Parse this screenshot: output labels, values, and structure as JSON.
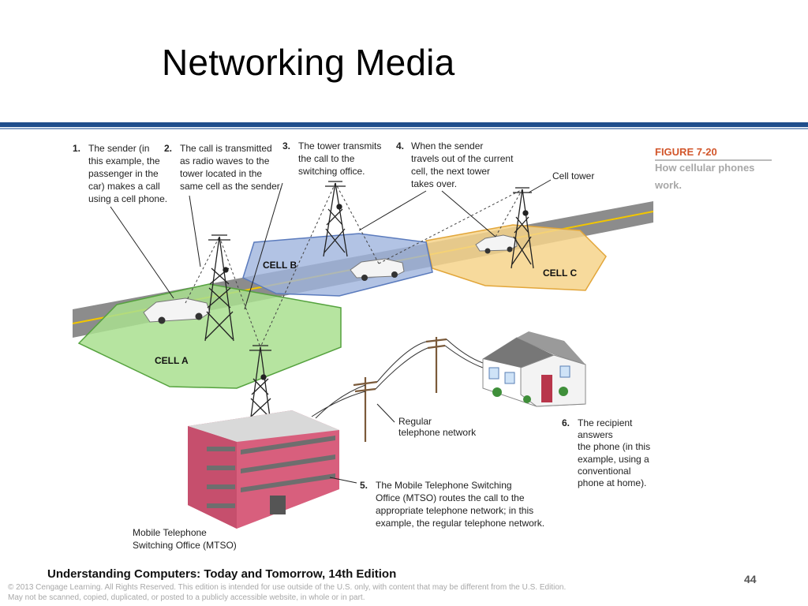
{
  "slide": {
    "title": "Networking Media",
    "page_number": "44"
  },
  "footer": {
    "book_title": "Understanding Computers: Today and Tomorrow, 14th Edition",
    "copyright_line1": "© 2013 Cengage Learning. All Rights Reserved. This edition is intended for use outside of the U.S. only, with content that may be different from the U.S. Edition.",
    "copyright_line2": "May not be scanned, copied, duplicated, or posted to a publicly accessible website, in whole or in part."
  },
  "figure": {
    "number": "FIGURE 7-20",
    "caption_line1": "How cellular phones",
    "caption_line2": "work."
  },
  "cells": {
    "a": "CELL A",
    "b": "CELL B",
    "c": "CELL C"
  },
  "labels": {
    "cell_tower": "Cell tower",
    "regular_network_1": "Regular",
    "regular_network_2": "telephone network",
    "mtso_1": "Mobile Telephone",
    "mtso_2": "Switching Office (MTSO)"
  },
  "steps": [
    {
      "num": "1.",
      "lines": [
        "The sender (in",
        "this example, the",
        "passenger in the",
        "car) makes a call",
        "using a cell phone."
      ]
    },
    {
      "num": "2.",
      "lines": [
        "The call is transmitted",
        "as radio waves to the",
        "tower located in the",
        "same cell as the sender."
      ]
    },
    {
      "num": "3.",
      "lines": [
        "The tower transmits",
        "the call to the",
        "switching office."
      ]
    },
    {
      "num": "4.",
      "lines": [
        "When the sender",
        "travels out of the current",
        "cell, the next tower",
        "takes over."
      ]
    },
    {
      "num": "5.",
      "lines": [
        "The Mobile Telephone Switching",
        "Office (MTSO) routes the call to the",
        "appropriate telephone network; in this",
        "example, the regular telephone network."
      ]
    },
    {
      "num": "6.",
      "lines": [
        "The recipient",
        "answers",
        "the phone (in this",
        "example, using a",
        "conventional",
        "phone at home)."
      ]
    }
  ]
}
